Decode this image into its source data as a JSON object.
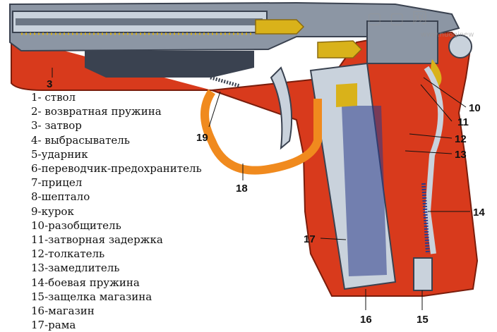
{
  "legend": [
    "1- ствол",
    "2- возвратная пружина",
    "3- затвор",
    "4- выбрасыватель",
    "5-ударник",
    "6-переводчик-предохранитель",
    "7-прицел",
    "8-шептало",
    "9-курок",
    "10-разобщитель",
    "11-затворная задержка",
    "12-толкатель",
    "13-замедлитель",
    "14-боевая пружина",
    "15-защелка магазина",
    "16-магазин",
    "17-рама"
  ],
  "callouts": {
    "c3": "3",
    "c10": "10",
    "c11": "11",
    "c12": "12",
    "c13": "13",
    "c14": "14",
    "c15": "15",
    "c16": "16",
    "c17": "17",
    "c18": "18",
    "c19": "19"
  },
  "watermark": "www.huoqinew",
  "colors": {
    "frame_red": "#d83a1c",
    "slide_gray": "#8c96a4",
    "barrel_light": "#c9d2dc",
    "trigger_orange": "#f08a1e",
    "cartridge_gold": "#d9b21a",
    "dark_steel": "#3a4250",
    "spring_blue": "#2a3a8a"
  }
}
